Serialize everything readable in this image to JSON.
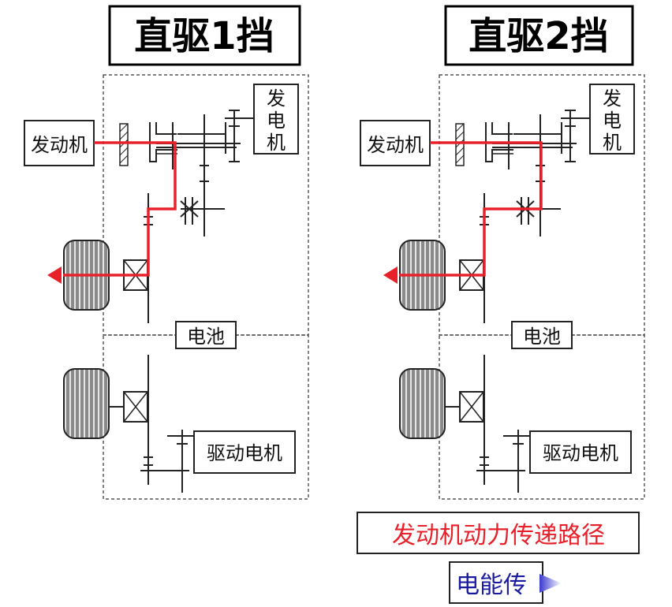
{
  "panels": [
    {
      "title": "直驱1挡",
      "engine": "发动机",
      "generator": [
        "发",
        "电",
        "机"
      ],
      "battery": "电池",
      "drive_motor": "驱动电机"
    },
    {
      "title": "直驱2挡",
      "engine": "发动机",
      "generator": [
        "发",
        "电",
        "机"
      ],
      "battery": "电池",
      "drive_motor": "驱动电机"
    }
  ],
  "legend": {
    "engine_path": "发动机动力传递路径",
    "electric_path": "电能传"
  },
  "colors": {
    "power_path": "#e8202a",
    "electric_path": "#1a1aa0",
    "line": "#222222",
    "tire": "#888888"
  }
}
